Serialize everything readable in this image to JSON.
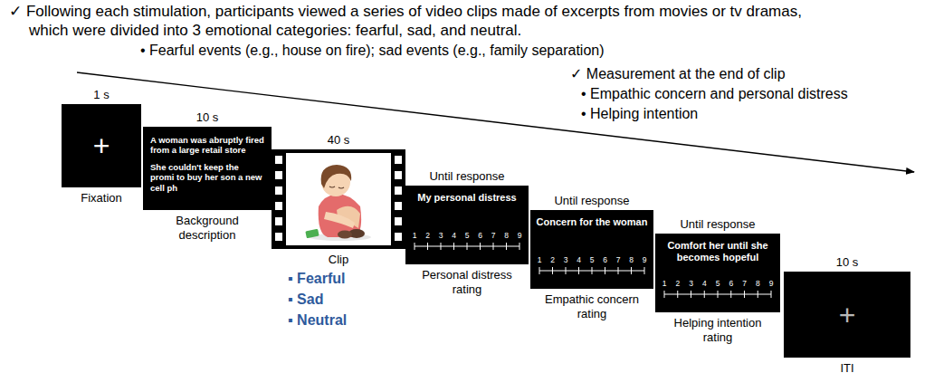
{
  "diagram": {
    "nodes": [
      {
        "text": [
          "1 s",
          "+",
          "Fixation"
        ]
      },
      {
        "text": [
          "10 s",
          "A woman was abruptly fired from a large retail store",
          "She couldn't keep the promi to buy her son a new cell ph",
          "Background description"
        ]
      },
      {
        "text": [
          "40 s",
          "Clip"
        ]
      },
      {
        "text": [
          "Until response",
          "My personal distress",
          "1",
          "2",
          "3",
          "4",
          "5",
          "6",
          "7",
          "8",
          "9",
          "Personal distress rating"
        ]
      },
      {
        "text": [
          "Until response",
          "Concern for the woman",
          "1",
          "2",
          "3",
          "4",
          "5",
          "6",
          "7",
          "8",
          "9",
          "Empathic concern rating"
        ]
      },
      {
        "text": [
          "Until response",
          "Comfort her until she becomes hopeful",
          "1",
          "2",
          "3",
          "4",
          "5",
          "6",
          "7",
          "8",
          "9",
          "Helping intention rating"
        ]
      },
      {
        "text": [
          "10 s",
          "+",
          "ITI"
        ]
      }
    ],
    "labels": [
      "✓ Following each stimulation, participants viewed a series of video clips made of excerpts from movies or tv dramas, which were divided into 3 emotional categories: fearful, sad, and neutral.",
      "• Fearful events (e.g., house on fire); sad events (e.g., family separation)",
      "✓ Measurement at the end of clip",
      "• Empathic concern and personal distress",
      "• Helping intention",
      "▪ Fearful",
      "▪ Sad",
      "▪ Neutral"
    ]
  }
}
